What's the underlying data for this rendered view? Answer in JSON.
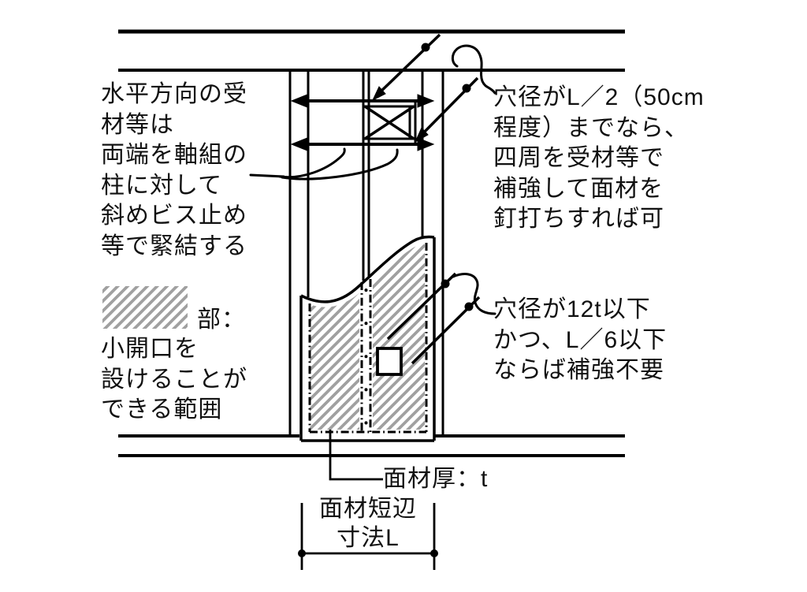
{
  "figure": {
    "title_hint": "面材の小開口 補強要領図",
    "background": "#ffffff",
    "line_color": "#000000",
    "hatch_color": "#a0a0a0"
  },
  "notes": {
    "left": "水平方向の受\n材等は\n両端を軸組の\n柱に対して\n斜めビス止め\n等で緊結する",
    "top_right": "穴径がL／2（50cm\n程度）までなら、\n四周を受材等で\n補強して面材を\n釘打ちすれば可",
    "mid_right": "穴径が12t以下\nかつ、L／6以下\nならば補強不要"
  },
  "legend": {
    "swatch_label": "部：",
    "description": "小開口を\n設けることが\nできる範囲"
  },
  "labels": {
    "panel_thickness": "面材厚：t",
    "panel_dimension": "面材短辺\n寸法L"
  }
}
